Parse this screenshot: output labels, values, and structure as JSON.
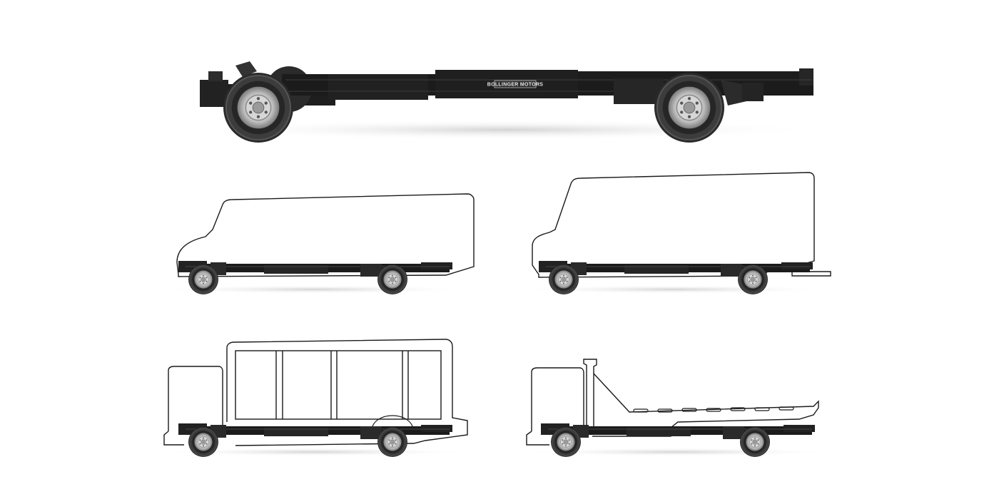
{
  "figure": {
    "badge_text": "BOLLINGER MOTORS",
    "colors": {
      "background": "#ffffff",
      "chassis": "#1b1b1b",
      "outline": "#1a1a1a",
      "shadow": "#d9d9d9"
    },
    "views": [
      {
        "name": "bare-chassis"
      },
      {
        "name": "box-truck-chassis"
      },
      {
        "name": "step-van-chassis"
      },
      {
        "name": "shuttle-bus-chassis"
      },
      {
        "name": "flatbed-tow-chassis"
      }
    ]
  }
}
